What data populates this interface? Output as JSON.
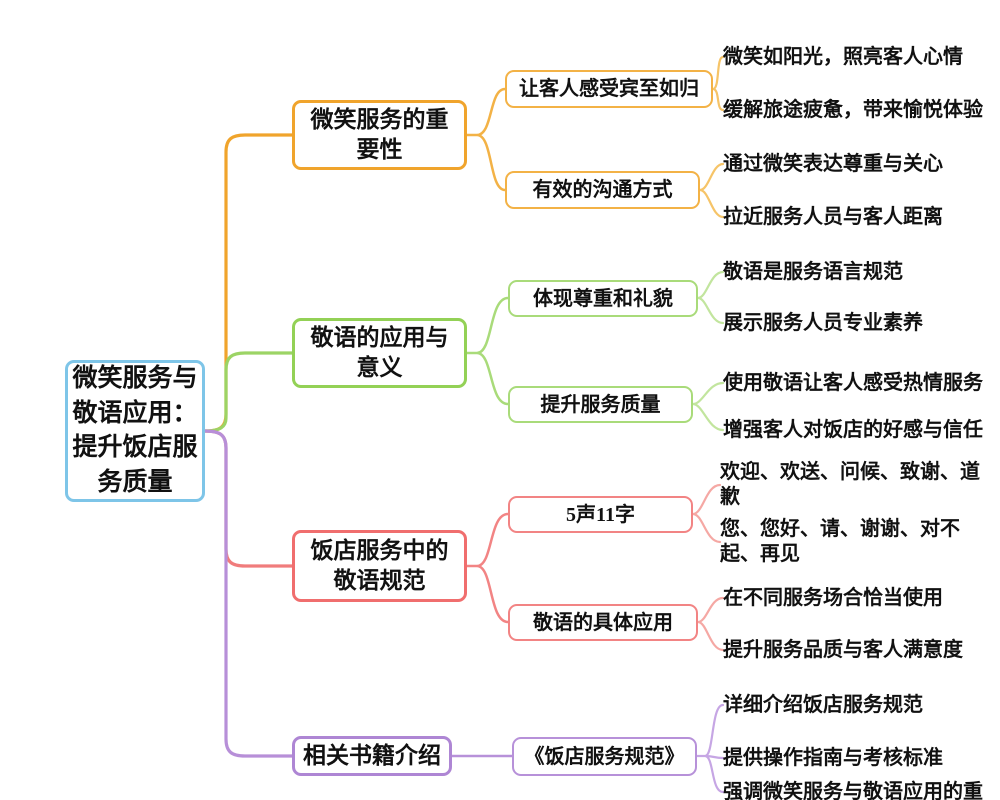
{
  "root": {
    "label": "微笑服务与敬语应用：提升饭店服务质量",
    "border_color": "#7EC5E8"
  },
  "branches": [
    {
      "label": "微笑服务的重要性",
      "color": "#F0A42C",
      "children": [
        {
          "label": "让客人感受宾至如归",
          "leaves": [
            "微笑如阳光，照亮客人心情",
            "缓解旅途疲惫，带来愉悦体验"
          ]
        },
        {
          "label": "有效的沟通方式",
          "leaves": [
            "通过微笑表达尊重与关心",
            "拉近服务人员与客人距离"
          ]
        }
      ]
    },
    {
      "label": "敬语的应用与意义",
      "color": "#93D156",
      "children": [
        {
          "label": "体现尊重和礼貌",
          "leaves": [
            "敬语是服务语言规范",
            "展示服务人员专业素养"
          ]
        },
        {
          "label": "提升服务质量",
          "leaves": [
            "使用敬语让客人感受热情服务",
            "增强客人对饭店的好感与信任"
          ]
        }
      ]
    },
    {
      "label": "饭店服务中的敬语规范",
      "color": "#F06E6E",
      "children": [
        {
          "label": "5声11字",
          "leaves": [
            "欢迎、欢送、问候、致谢、道歉",
            "您、您好、请、谢谢、对不起、再见"
          ]
        },
        {
          "label": "敬语的具体应用",
          "leaves": [
            "在不同服务场合恰当使用",
            "提升服务品质与客人满意度"
          ]
        }
      ]
    },
    {
      "label": "相关书籍介绍",
      "color": "#AE86D4",
      "children": [
        {
          "label": "《饭店服务规范》",
          "leaves": [
            "详细介绍饭店服务规范",
            "提供操作指南与考核标准",
            "强调微笑服务与敬语应用的重"
          ]
        }
      ]
    }
  ]
}
